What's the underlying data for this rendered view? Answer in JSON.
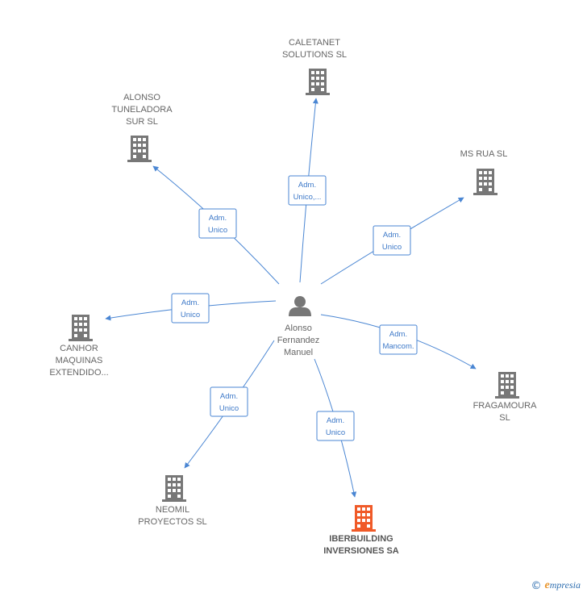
{
  "colors": {
    "edge": "#4a86d3",
    "building": "#777777",
    "focus_building": "#f05a28"
  },
  "person": {
    "name_lines": [
      "Alonso",
      "Fernandez",
      "Manuel"
    ],
    "icon": "person-icon"
  },
  "companies": [
    {
      "id": "caletanet",
      "label_lines": [
        "CALETANET",
        "SOLUTIONS  SL"
      ],
      "icon": "building-icon",
      "focus": false,
      "relation": [
        "Adm.",
        "Unico,..."
      ]
    },
    {
      "id": "alonso-tuneladora",
      "label_lines": [
        "ALONSO",
        "TUNELADORA",
        "SUR SL"
      ],
      "icon": "building-icon",
      "focus": false,
      "relation": [
        "Adm.",
        "Unico"
      ]
    },
    {
      "id": "ms-rua",
      "label_lines": [
        "MS RUA SL"
      ],
      "icon": "building-icon",
      "focus": false,
      "relation": [
        "Adm.",
        "Unico"
      ]
    },
    {
      "id": "canhor",
      "label_lines": [
        "CANHOR",
        "MAQUINAS",
        "EXTENDIDO..."
      ],
      "icon": "building-icon",
      "focus": false,
      "relation": [
        "Adm.",
        "Unico"
      ]
    },
    {
      "id": "fragamoura",
      "label_lines": [
        "FRAGAMOURA",
        "SL"
      ],
      "icon": "building-icon",
      "focus": false,
      "relation": [
        "Adm.",
        "Mancom."
      ]
    },
    {
      "id": "neomil",
      "label_lines": [
        "NEOMIL",
        "PROYECTOS SL"
      ],
      "icon": "building-icon",
      "focus": false,
      "relation": [
        "Adm.",
        "Unico"
      ]
    },
    {
      "id": "iberbuilding",
      "label_lines": [
        "IBERBUILDING",
        "INVERSIONES SA"
      ],
      "icon": "building-icon",
      "focus": true,
      "relation": [
        "Adm.",
        "Unico"
      ]
    }
  ],
  "footer": {
    "copyright": "©",
    "brand_first": "e",
    "brand_rest": "mpresia"
  }
}
